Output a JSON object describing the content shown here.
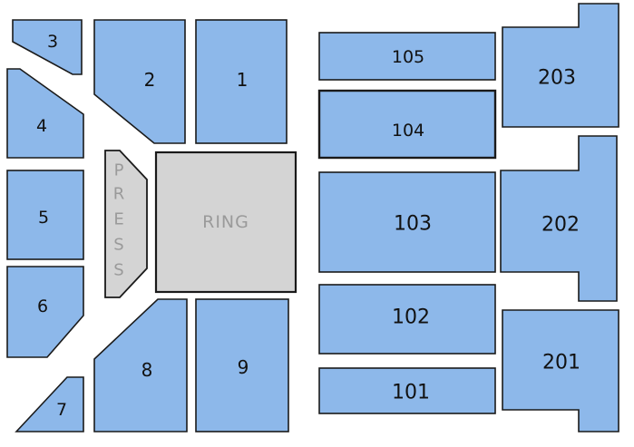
{
  "map": {
    "colors": {
      "section_fill": "#8db8ea",
      "ring_fill": "#d4d4d4",
      "outline": "#1a1a1a",
      "ring_text": "#9a9a9a"
    },
    "ring_label": "RING",
    "press_letters": [
      "P",
      "R",
      "E",
      "S",
      "S"
    ],
    "sections": {
      "s1": "1",
      "s2": "2",
      "s3": "3",
      "s4": "4",
      "s5": "5",
      "s6": "6",
      "s7": "7",
      "s8": "8",
      "s9": "9",
      "s101": "101",
      "s102": "102",
      "s103": "103",
      "s104": "104",
      "s105": "105",
      "s201": "201",
      "s202": "202",
      "s203": "203"
    }
  }
}
